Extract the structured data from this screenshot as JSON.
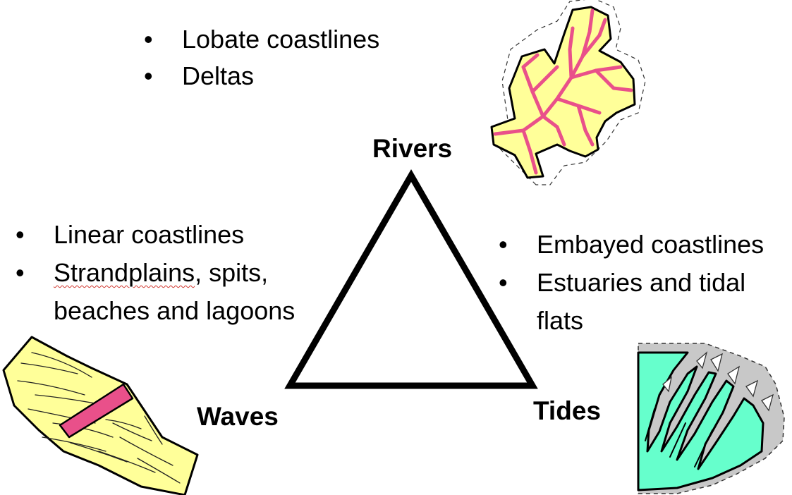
{
  "corners": {
    "rivers": "Rivers",
    "waves": "Waves",
    "tides": "Tides"
  },
  "rivers_points": [
    "Lobate coastlines",
    "Deltas"
  ],
  "waves_points": {
    "p1": "Linear coastlines",
    "p2_first": "Strandplains",
    "p2_rest": ", spits, beaches and lagoons"
  },
  "tides_points": [
    "Embayed coastlines",
    "Estuaries and tidal flats"
  ],
  "colors": {
    "sand": "#ffff99",
    "channel": "#e9508a",
    "tidal_flat": "#66ffcc",
    "shaded": "#c8c8c8"
  }
}
